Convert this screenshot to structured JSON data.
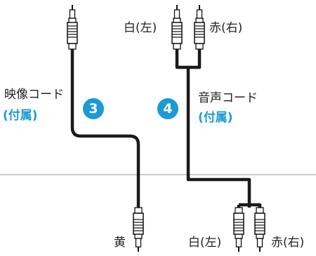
{
  "video_cable": {
    "name": "映像コード",
    "supplied": "(付属)",
    "step_number": "3",
    "plug_label": "黄"
  },
  "audio_cable": {
    "name": "音声コード",
    "supplied": "(付属)",
    "step_number": "4",
    "top_left_plug_label": "白(左)",
    "top_right_plug_label": "赤(右)",
    "bottom_left_plug_label": "白(左)",
    "bottom_right_plug_label": "赤(右)"
  },
  "colors": {
    "accent": "#1a9ad6",
    "cable": "#1a1a1a",
    "plug_outline": "#111111",
    "divider": "#9a9a9a"
  }
}
